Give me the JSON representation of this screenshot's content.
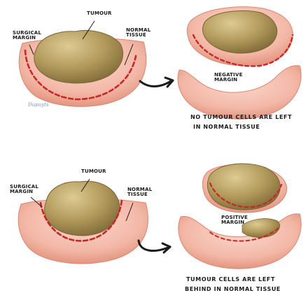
{
  "top": {
    "left": {
      "tumour_label": "Tumour",
      "surgical_margin_label": "Surgical Margin",
      "normal_tissue_label": "Normal Tissue"
    },
    "right": {
      "margin_label": "Negative Margin"
    },
    "caption_line1": "No Tumour Cells are left",
    "caption_line2": "in normal Tissue"
  },
  "bottom": {
    "left": {
      "tumour_label": "Tumour",
      "surgical_margin_label": "Surgical Margin",
      "normal_tissue_label": "Normal Tissue"
    },
    "right": {
      "margin_label": "Positive Margin"
    },
    "caption_line1": "Tumour cells are left",
    "caption_line2": "behind in normal Tissue"
  },
  "signature": "Dupuyts",
  "colors": {
    "tissue": "#f3b7a6",
    "tissue_shadow": "#e59a86",
    "tumour": "#b39a5c",
    "tumour_dark": "#8f7a44",
    "tumour_light": "#d6c48c",
    "margin_dash": "#c62828",
    "text": "#1a1a1a"
  }
}
